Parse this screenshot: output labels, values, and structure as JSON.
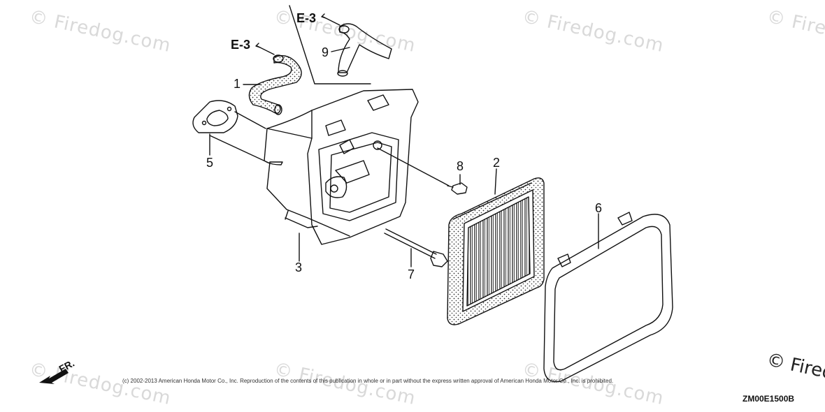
{
  "watermark": {
    "text": "© Firedog.com",
    "corner_text": "© Firedog.com"
  },
  "references": {
    "e3_left": "E-3",
    "e3_right": "E-3"
  },
  "callouts": {
    "c1": "1",
    "c2": "2",
    "c3": "3",
    "c5": "5",
    "c6": "6",
    "c7": "7",
    "c8": "8",
    "c9": "9"
  },
  "orientation": "FR.",
  "copyright": "(c) 2002-2013 American Honda Motor Co., Inc. Reproduction of the contents of this publication in whole or in part without the express written approval of American Honda Motor Co., Inc. is prohibited.",
  "diagram_code": "ZM00E1500B",
  "colors": {
    "line": "#111111",
    "watermark": "#d9d9d9",
    "background": "#ffffff"
  }
}
